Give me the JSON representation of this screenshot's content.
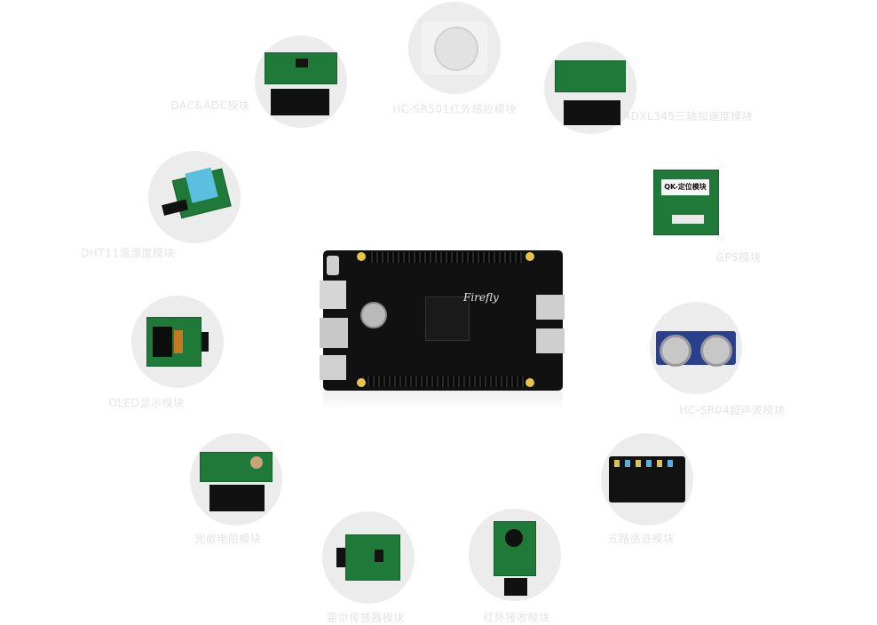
{
  "board": {
    "brand_text": "Firefly"
  },
  "modules": [
    {
      "key": "dac",
      "label": "DAC&ADC模块"
    },
    {
      "key": "pir",
      "label": "HC-SR501红外感应模块"
    },
    {
      "key": "sound",
      "label": "ADXL345三轴加速度模块"
    },
    {
      "key": "gps",
      "label": "GPS模块",
      "chip_text": "QK-定位模块"
    },
    {
      "key": "ultrasonic",
      "label": "HC-SR04超声波模块"
    },
    {
      "key": "tracking",
      "label": "五路循迹模块"
    },
    {
      "key": "light",
      "label": "光敏电阻模块"
    },
    {
      "key": "hall",
      "label": "霍尔传感器模块"
    },
    {
      "key": "ir",
      "label": "红外接收模块"
    },
    {
      "key": "oled",
      "label": "OLED显示模块"
    },
    {
      "key": "dht",
      "label": "DHT11温湿度模块"
    }
  ]
}
